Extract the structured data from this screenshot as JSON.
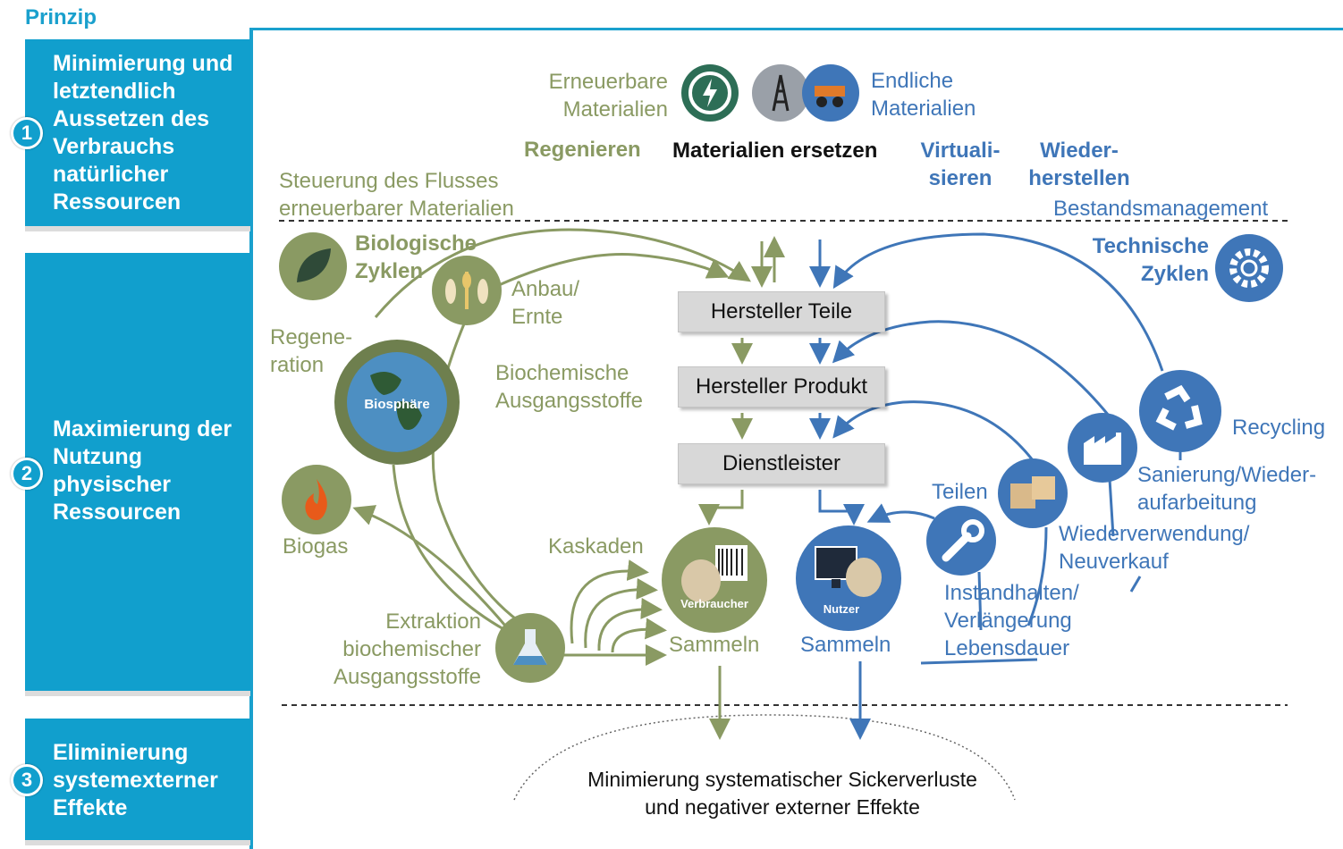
{
  "header": {
    "title": "Prinzip"
  },
  "panels": [
    {
      "number": "1",
      "text": [
        "Minimierung und",
        "letztendlich",
        "Aussetzen des",
        "Verbrauchs",
        "natürlicher",
        "Ressourcen"
      ]
    },
    {
      "number": "2",
      "text": [
        "Maximierung der",
        "Nutzung",
        "physischer",
        "Ressourcen"
      ]
    },
    {
      "number": "3",
      "text": [
        "Eliminierung",
        "systemexterner",
        "Effekte"
      ]
    }
  ],
  "top": {
    "renewable": [
      "Erneuerbare",
      "Materialien"
    ],
    "finite": [
      "Endliche",
      "Materialien"
    ],
    "regenerate": "Regenieren",
    "substitute": "Materialien ersetzen",
    "virtualize": [
      "Virtuali-",
      "sieren"
    ],
    "restore": [
      "Wieder-",
      "herstellen"
    ],
    "flow_control": [
      "Steuerung des Flusses",
      "erneuerbarer Materialien"
    ],
    "stock_management": "Bestandsmanagement"
  },
  "bio": {
    "title": [
      "Biologische",
      "Zyklen"
    ],
    "cultivation": [
      "Anbau/",
      "Ernte"
    ],
    "regeneration": [
      "Regene-",
      "ration"
    ],
    "biochemical": [
      "Biochemische",
      "Ausgangsstoffe"
    ],
    "biosphere": "Biosphäre",
    "biogas": "Biogas",
    "cascades": "Kaskaden",
    "extraction": [
      "Extraktion",
      "biochemischer",
      "Ausgangsstoffe"
    ],
    "consumer": "Verbraucher",
    "collect": "Sammeln"
  },
  "chain": {
    "parts": "Hersteller Teile",
    "product": "Hersteller Produkt",
    "service": "Dienstleister"
  },
  "tech": {
    "title": [
      "Technische",
      "Zyklen"
    ],
    "recycling": "Recycling",
    "refurbish": [
      "Sanierung/Wieder-",
      "aufarbeitung"
    ],
    "reuse": [
      "Wiederverwendung/",
      "Neuverkauf"
    ],
    "share": "Teilen",
    "maintain": [
      "Instandhalten/",
      "Verlängerung",
      "Lebensdauer"
    ],
    "user": "Nutzer",
    "collect": "Sammeln"
  },
  "bottom": {
    "leakage": [
      "Minimierung systematischer Sickerverluste",
      "und negativer externer Effekte"
    ]
  },
  "colors": {
    "accent": "#119fcd",
    "green": "#8a9a63",
    "blue": "#3f76b8",
    "box": "#d8d8d8"
  }
}
